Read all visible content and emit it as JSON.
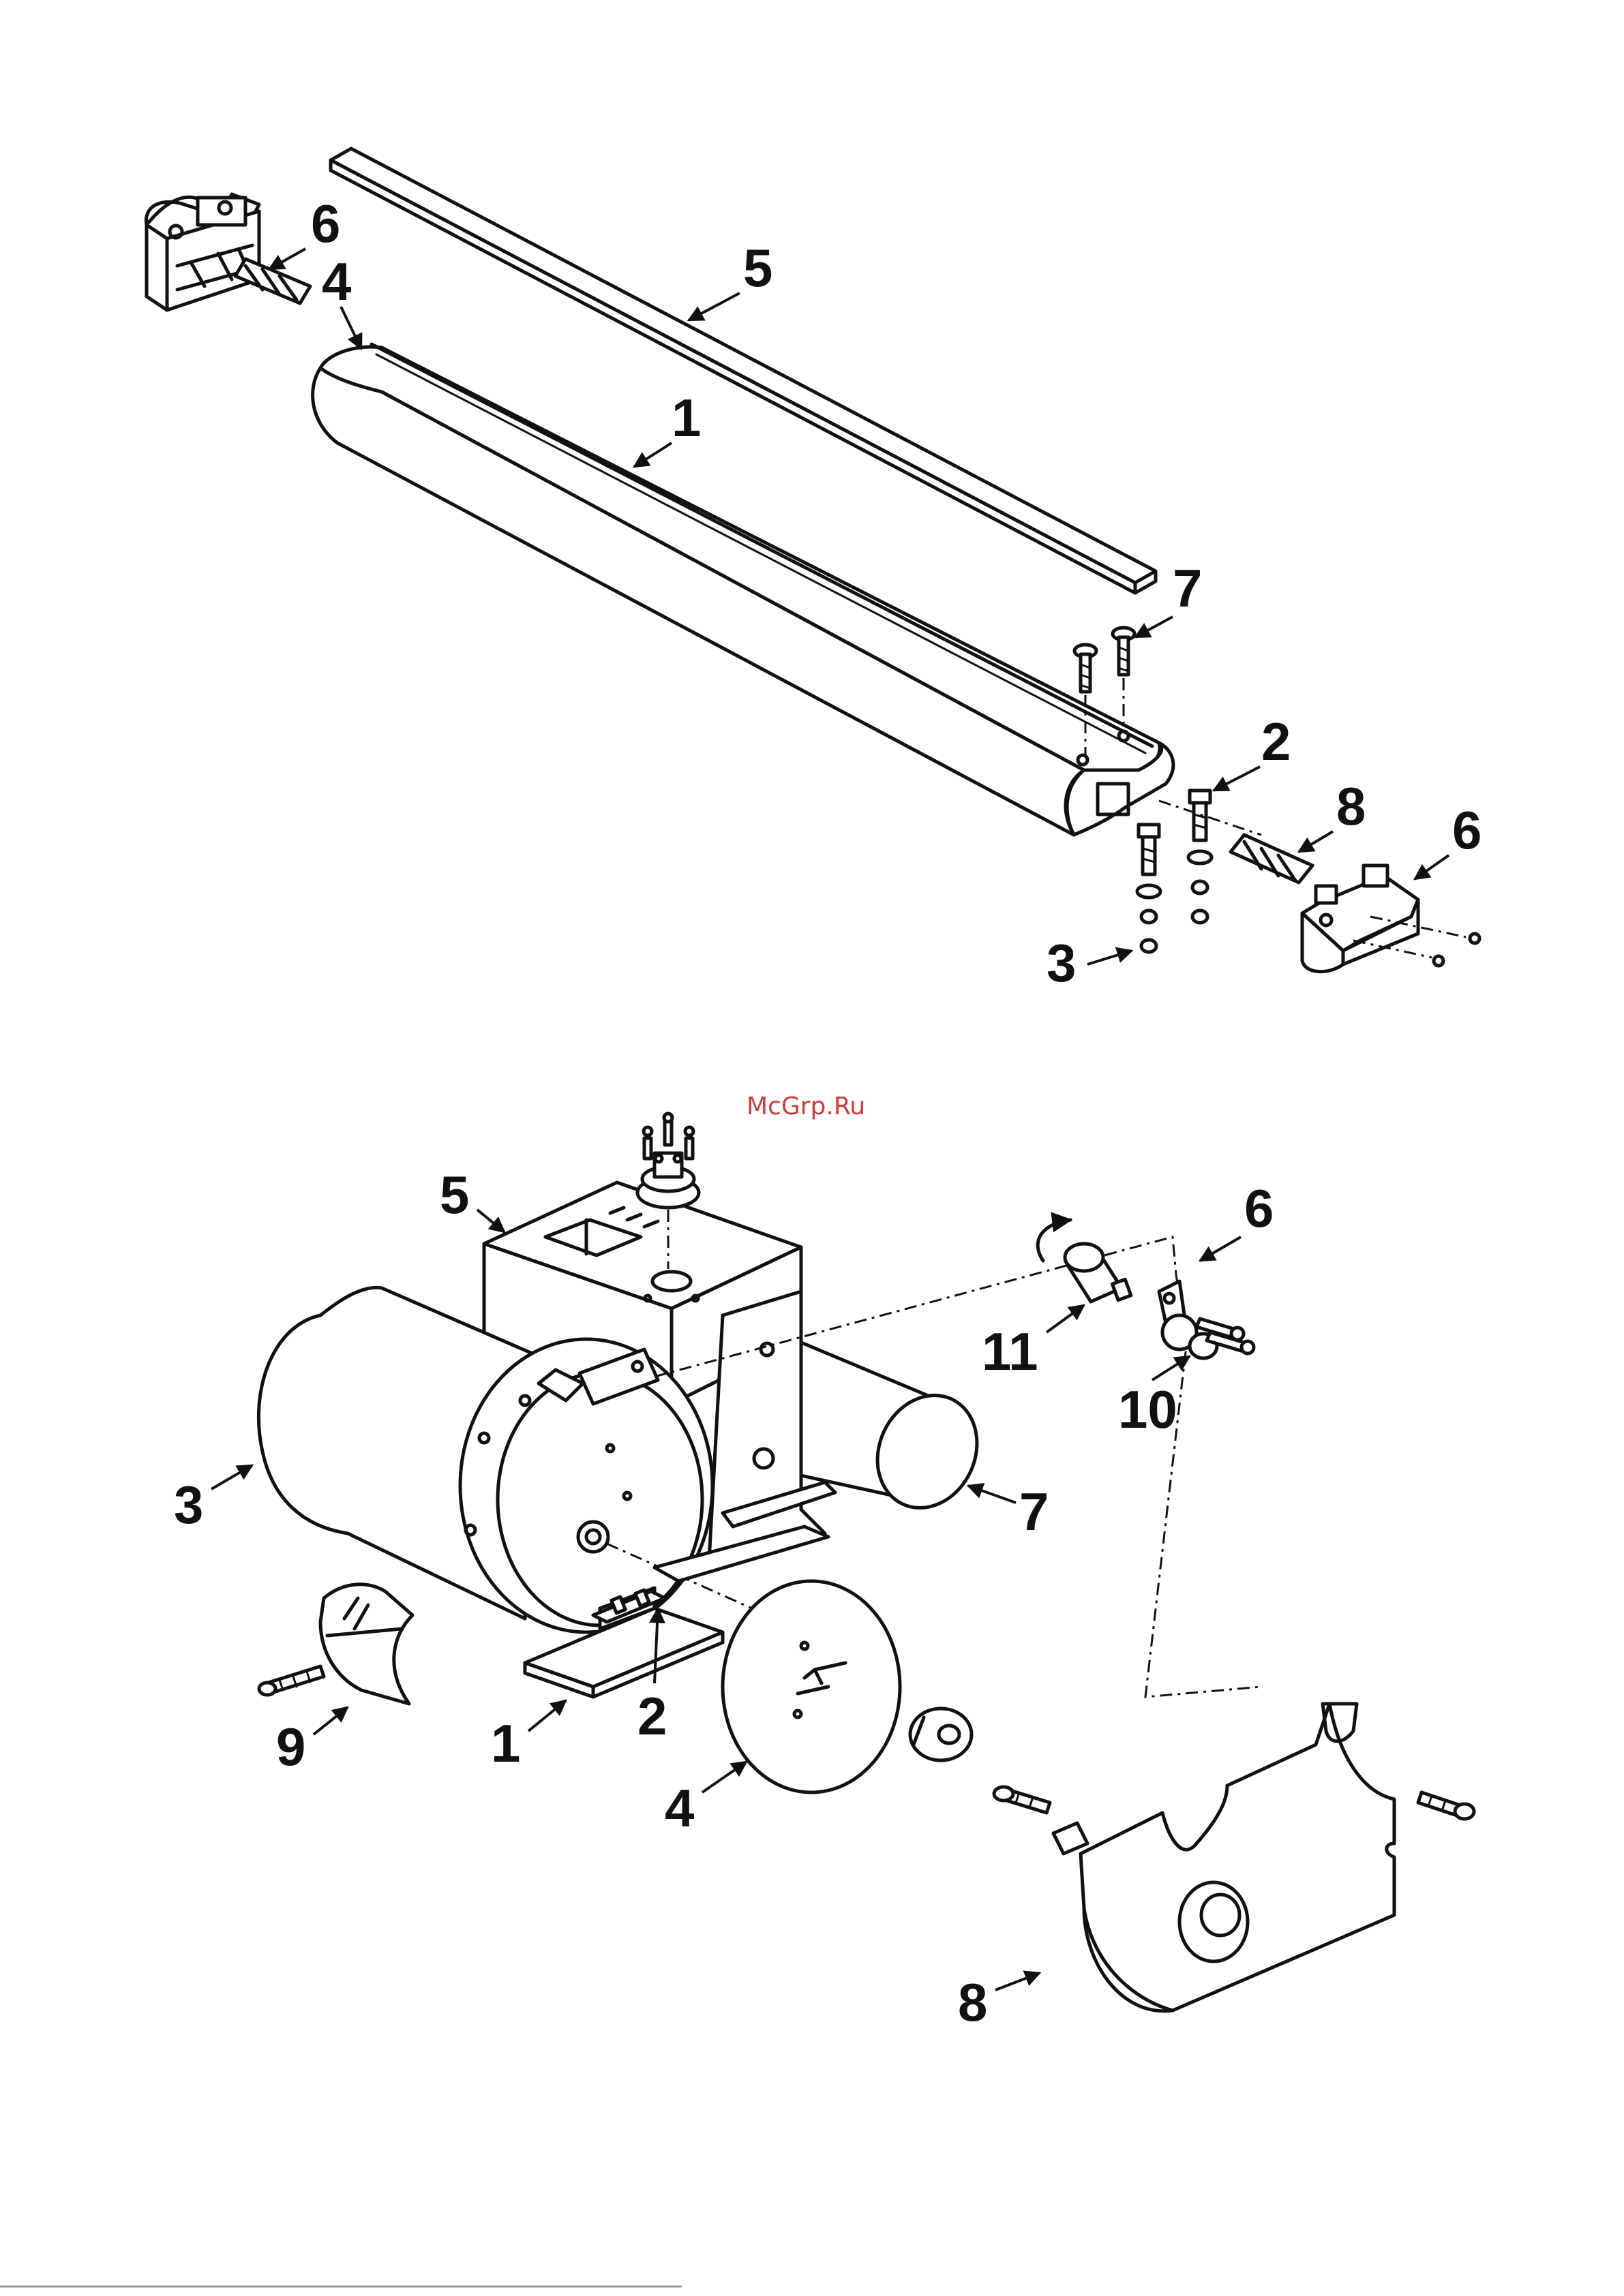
{
  "watermark": "McGrp.Ru",
  "top_assembly": {
    "callouts": [
      "6",
      "4",
      "5",
      "1",
      "7",
      "2",
      "8",
      "6",
      "3"
    ]
  },
  "bottom_assembly": {
    "callouts": [
      "5",
      "6",
      "11",
      "10",
      "3",
      "7",
      "9",
      "1",
      "2",
      "4",
      "8"
    ]
  }
}
